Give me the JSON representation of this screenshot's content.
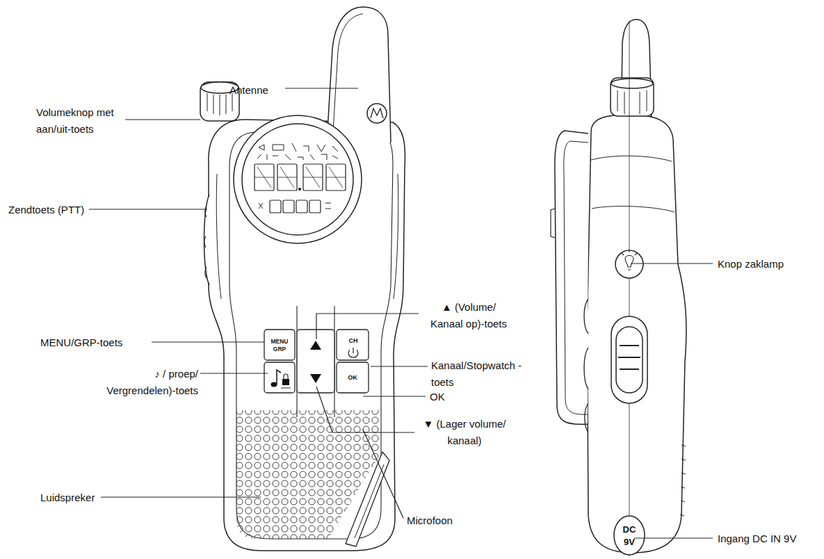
{
  "diagram": {
    "labels": [
      "Antenne",
      "Volumeknop met aan/uit-toets",
      "Zendtoets (PTT)",
      "MENU/GRP-toets",
      "♪ / proep/ Vergrendelen)-toets",
      "▲ (Volume/ Kanaal op)-toets",
      "Kanaal/Stopwatch -toets",
      "OK",
      "▼ (Lager volume/ kanaal)",
      "Luidspreker",
      "Microfoon",
      "Knop zaklamp",
      "Ingang DC IN 9V",
      "MENU",
      "GRP",
      "CH",
      "OK",
      "DC",
      "9V"
    ]
  }
}
